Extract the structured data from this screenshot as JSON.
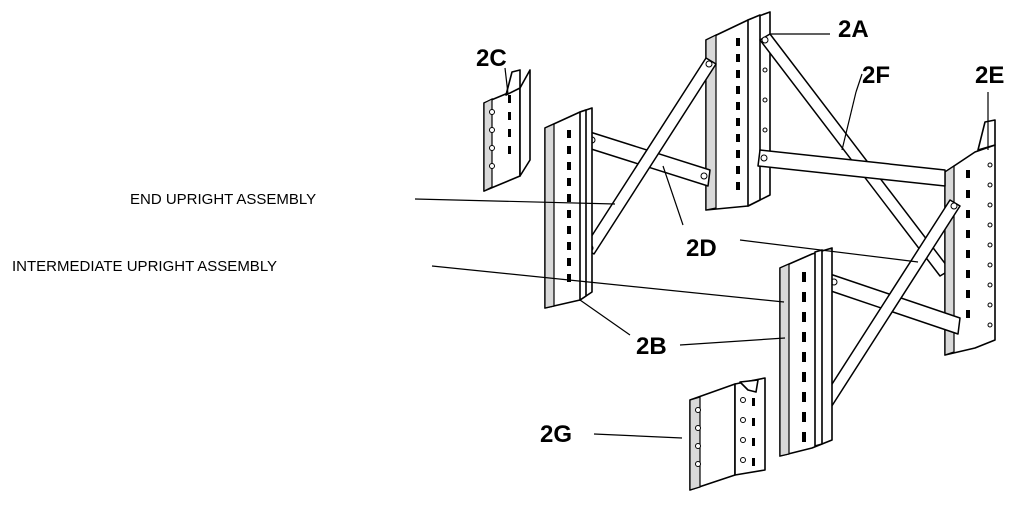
{
  "callouts": {
    "c2a": "2A",
    "c2b": "2B",
    "c2c": "2C",
    "c2d": "2D",
    "c2e": "2E",
    "c2f": "2F",
    "c2g": "2G"
  },
  "labels": {
    "end_upright": "END UPRIGHT ASSEMBLY",
    "intermediate_upright": "INTERMEDIATE UPRIGHT ASSEMBLY"
  }
}
